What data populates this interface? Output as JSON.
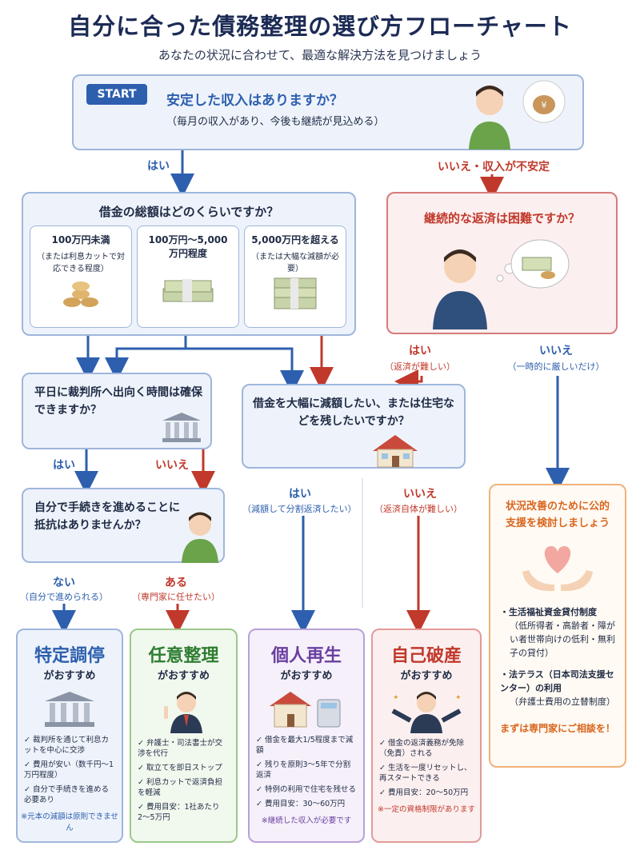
{
  "title": "自分に合った債務整理の選び方フローチャート",
  "subtitle": "あなたの状況に合わせて、最適な解決方法を見つけましょう",
  "start": {
    "badge": "START",
    "question": "安定した収入はありますか？",
    "sub": "（毎月の収入があり、今後も継続が見込める）",
    "yes": "はい",
    "no": "いいえ・収入が不安定"
  },
  "debt": {
    "question": "借金の総額はどのくらいですか？",
    "options": [
      {
        "title": "100万円未満",
        "desc": "（または利息カットで対応できる程度）"
      },
      {
        "title": "100万円〜5,000万円程度",
        "desc": ""
      },
      {
        "title": "5,000万円を超える",
        "desc": "（または大幅な減額が必要）"
      }
    ]
  },
  "hardship": {
    "question": "継続的な返済は困難ですか？",
    "yes": "はい",
    "yes_sub": "（返済が難しい）",
    "no": "いいえ",
    "no_sub": "（一時的に厳しいだけ）"
  },
  "court": {
    "question": "平日に裁判所へ出向く時間は確保できますか？",
    "yes": "はい",
    "no": "いいえ"
  },
  "reduce": {
    "question": "借金を大幅に減額したい、または住宅などを残したいですか？",
    "yes": "はい",
    "yes_sub": "（減額して分割返済したい）",
    "no": "いいえ",
    "no_sub": "（返済自体が難しい）"
  },
  "self": {
    "question": "自分で手続きを進めることに抵抗はありませんか？",
    "yes": "ない",
    "yes_sub": "（自分で進められる）",
    "no": "ある",
    "no_sub": "（専門家に任せたい）"
  },
  "results": [
    {
      "title": "特定調停",
      "sub": "がおすすめ",
      "color": "#2d5fae",
      "items": [
        "裁判所を通じて利息カットを中心に交渉",
        "費用が安い（数千円〜1万円程度）",
        "自分で手続きを進める必要あり"
      ],
      "note": "※元本の減額は原則できません"
    },
    {
      "title": "任意整理",
      "sub": "がおすすめ",
      "color": "#2e7d32",
      "items": [
        "弁護士・司法書士が交渉を代行",
        "取立てを即日ストップ",
        "利息カットで返済負担を軽減",
        "費用目安：1社あたり2〜5万円"
      ],
      "note": ""
    },
    {
      "title": "個人再生",
      "sub": "がおすすめ",
      "color": "#6a3fa0",
      "items": [
        "借金を最大1/5程度まで減額",
        "残りを原則3〜5年で分割返済",
        "特例の利用で住宅を残せる",
        "費用目安：30〜60万円"
      ],
      "note": "※継続した収入が必要です"
    },
    {
      "title": "自己破産",
      "sub": "がおすすめ",
      "color": "#c0392b",
      "items": [
        "借金の返済義務が免除（免責）される",
        "生活を一度リセットし、再スタートできる",
        "費用目安：20〜50万円"
      ],
      "note": "※一定の資格制限があります"
    }
  ],
  "support": {
    "title": "状況改善のために公的支援を検討しましょう",
    "items": [
      {
        "title": "生活福祉資金貸付制度",
        "desc": "（低所得者・高齢者・障がい者世帯向けの低利・無利子の貸付）"
      },
      {
        "title": "法テラス（日本司法支援センター）の利用",
        "desc": "（弁護士費用の立替制度）"
      }
    ],
    "cta": "まずは専門家にご相談を！"
  }
}
